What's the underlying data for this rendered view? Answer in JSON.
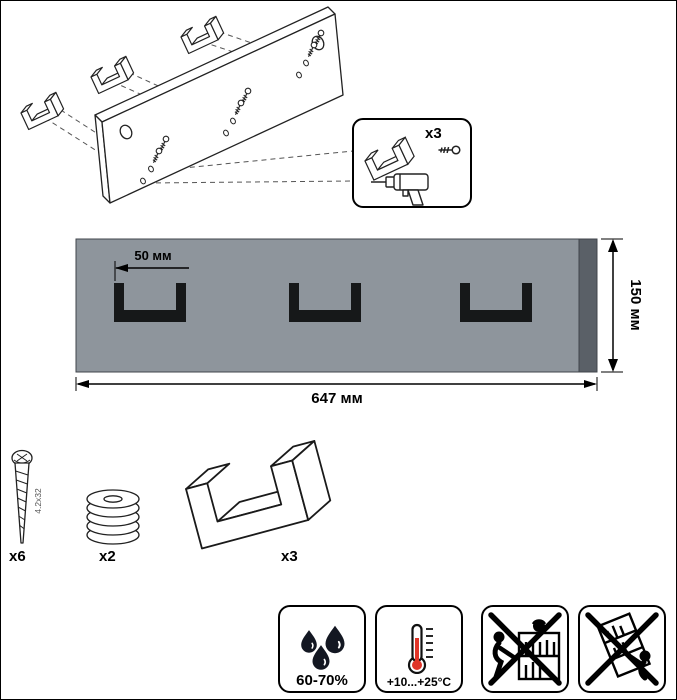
{
  "assembly": {
    "callout_count": "x3"
  },
  "panel": {
    "offset_label": "50 мм",
    "height_label": "150 мм",
    "width_label": "647 мм"
  },
  "parts": {
    "screw_count": "x6",
    "screw_size": "4.2x32",
    "washer_count": "x2",
    "hook_count": "x3"
  },
  "warnings": {
    "humidity_label": "60-70%",
    "temperature_label": "+10...+25°C"
  },
  "colors": {
    "panel_face": "#8e959c",
    "panel_edge": "#5a6067",
    "hook": "#161819",
    "drop": "#131722",
    "mercury": "#e03428"
  }
}
